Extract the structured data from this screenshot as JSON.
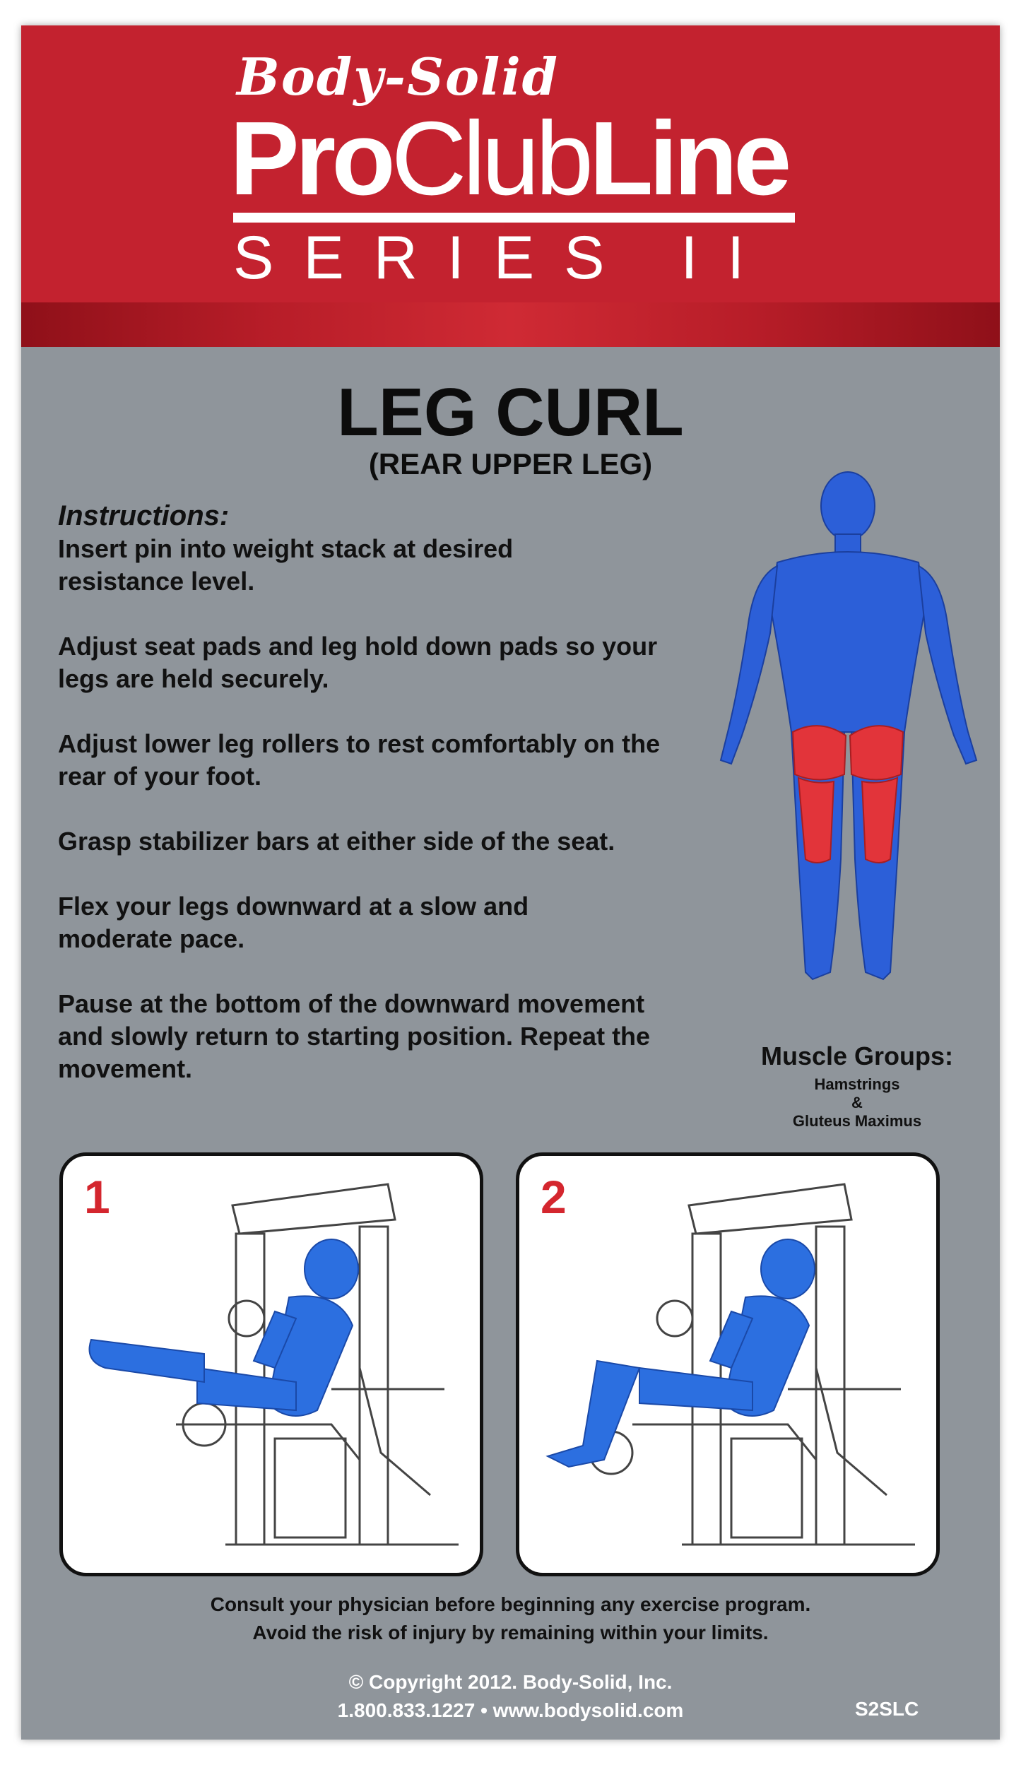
{
  "brand": {
    "script": "Body-Solid",
    "pro": "Pro",
    "club": "Club",
    "line": "Line",
    "series": "SERIES II",
    "color_red": "#c3222f"
  },
  "exercise": {
    "title": "LEG CURL",
    "subtitle": "(REAR UPPER LEG)"
  },
  "instructions": {
    "heading": "Instructions:",
    "items": [
      "Insert pin into weight stack at desired resistance level.",
      "Adjust seat pads and leg hold down pads so your legs are held securely.",
      "Adjust lower leg rollers to rest comfortably on the rear of your foot.",
      "Grasp stabilizer bars at either side of the seat.",
      "Flex your legs downward at a slow and moderate pace.",
      "Pause at the bottom of the downward movement and slowly return to starting position. Repeat the movement."
    ]
  },
  "muscles": {
    "heading": "Muscle Groups:",
    "line1": "Hamstrings",
    "line2": "&",
    "line3": "Gluteus Maximus"
  },
  "steps": [
    {
      "number": "1",
      "icon": "leg-curl-start-illustration"
    },
    {
      "number": "2",
      "icon": "leg-curl-end-illustration"
    }
  ],
  "footer": {
    "disclaimer1": "Consult your physician before beginning any exercise program.",
    "disclaimer2": "Avoid the risk of injury by remaining within your limits.",
    "copyright": "© Copyright 2012. Body-Solid, Inc.",
    "contact": "1.800.833.1227 • www.bodysolid.com",
    "code": "S2SLC"
  }
}
